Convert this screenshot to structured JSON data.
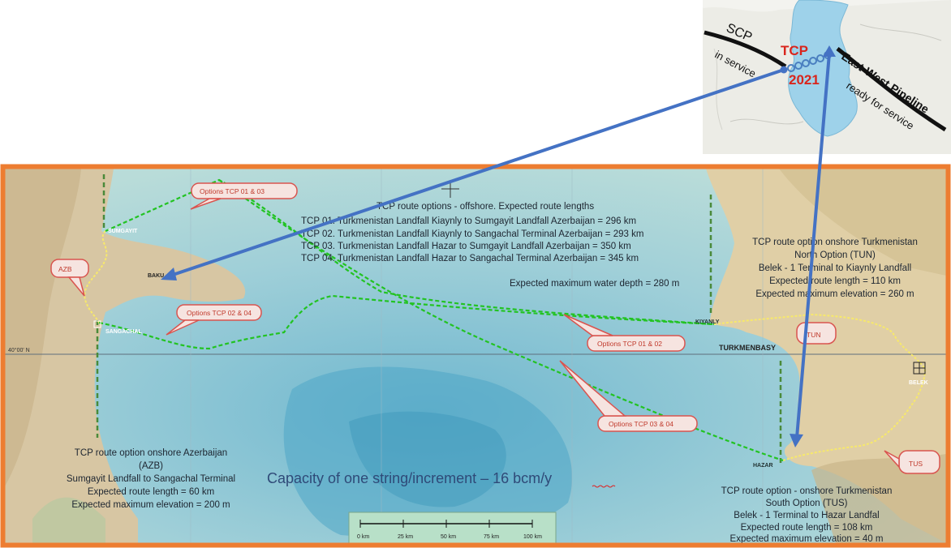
{
  "inset": {
    "scp_label": "SCP",
    "scp_status": "in service",
    "tcp_label": "TCP",
    "tcp_year": "2021",
    "ew_label": "East-West Pipeline",
    "ew_status": "ready for service"
  },
  "offshore": {
    "title": "TCP route options - offshore. Expected route lengths",
    "lines": [
      "TCP 01. Turkmenistan Landfall Kiaynly to Sumgayit Landfall Azerbaijan = 296 km",
      "TCP 02. Turkmenistan Landfall Kiaynly to Sangachal Terminal Azerbaijan = 293 km",
      "TCP 03. Turkmenistan Landfall Hazar to Sumgayit Landfall Azerbaijan = 350 km",
      "TCP 04. Turkmenistan Landfall Hazar to Sangachal Terminal Azerbaijan = 345 km"
    ],
    "depth": "Expected maximum water depth = 280 m"
  },
  "tun": {
    "lines": [
      "TCP route option onshore Turkmenistan",
      "North Option  (TUN)",
      "Belek - 1 Terminal to Kiaynly Landfall",
      "Expected route length = 110 km",
      "Expected maximum elevation = 260 m"
    ]
  },
  "azb": {
    "lines": [
      "TCP route option onshore Azerbaijan",
      "(AZB)",
      "Sumgayit Landfall to Sangachal Terminal",
      "Expected route length =  60 km",
      "Expected maximum elevation = 200 m"
    ]
  },
  "tus": {
    "lines": [
      "TCP route option  - onshore Turkmenistan",
      "South Option  (TUS)",
      "Belek - 1 Terminal to Hazar Landfal",
      "Expected route length = 108 km",
      "Expected maximum elevation = 40 m"
    ]
  },
  "callouts": {
    "opt_01_03": "Options TCP 01 & 03",
    "opt_02_04": "Options TCP 02 & 04",
    "opt_01_02": "Options TCP 01 & 02",
    "opt_03_04": "Options TCP 03 & 04",
    "azb": "AZB",
    "tun": "TUN",
    "tus": "TUS"
  },
  "places": {
    "sumgayit": "SUMGAYIT",
    "baku": "BAKU",
    "sangachal": "SANGACHAL",
    "kiyanly": "KIYANLY",
    "turkmenbasy": "TURKMENBASY",
    "hazar": "HAZAR",
    "belek": "BELEK",
    "lat": "40°00' N"
  },
  "capacity": "Capacity of one string/increment – 16 bcm/y",
  "scale": {
    "ticks": [
      "0 km",
      "25 km",
      "50 km",
      "75 km",
      "100 km"
    ]
  },
  "colors": {
    "frame": "#ed7d31",
    "arrow": "#4472c4",
    "route": "#22c322",
    "callout": "#d9544f"
  }
}
